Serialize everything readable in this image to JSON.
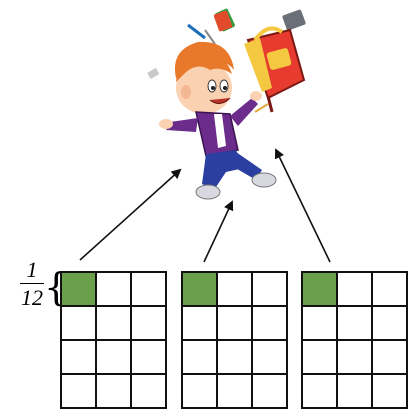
{
  "fraction": {
    "numerator": "1",
    "denominator": "12"
  },
  "grid": {
    "rows": 4,
    "cols": 3,
    "shaded_cells": 1,
    "shaded_color": "#6aa04c",
    "line_color": "#111111"
  },
  "grids_count": 3,
  "illustration": {
    "subject": "boy-jumping-with-schoolbag",
    "hair_color": "#e8792a",
    "shirt_color": "#6b2c8c",
    "pants_color": "#2a3fa0",
    "bag_color": "#e63b2e"
  },
  "arrow_color": "#111111"
}
